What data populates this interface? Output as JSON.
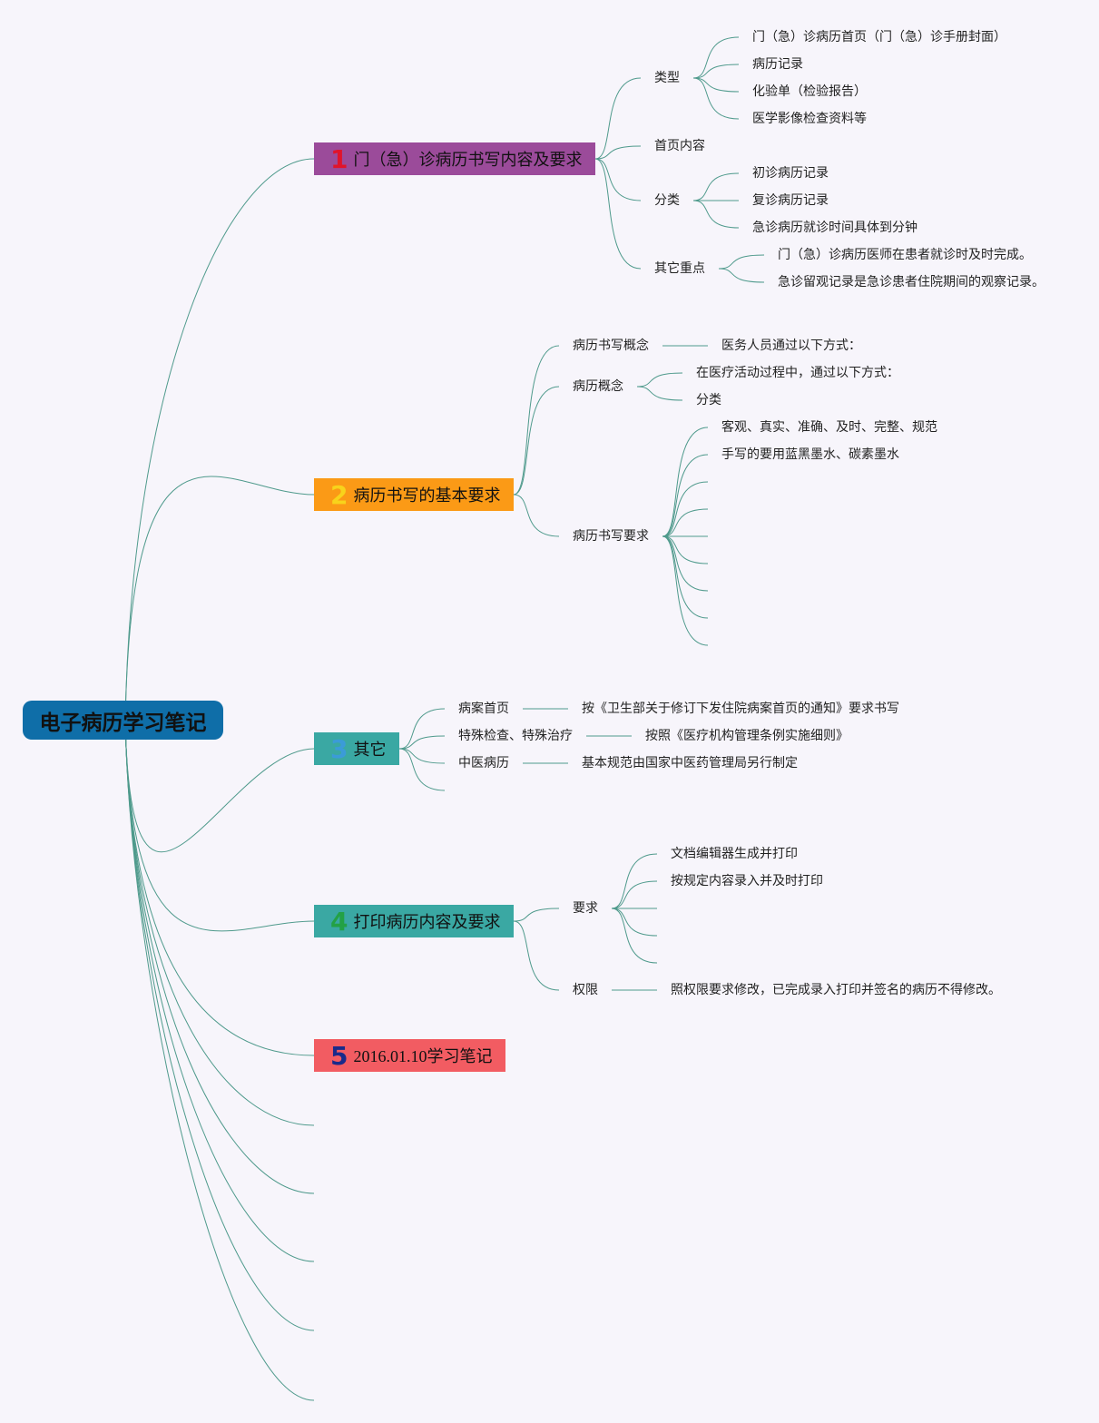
{
  "root": {
    "label": "电子病历学习笔记",
    "color": "#0f6ea8"
  },
  "branches": [
    {
      "num": "1",
      "label": "门（急）诊病历书写内容及要求",
      "color": "#9b4b9a",
      "num_color": "#e0142c"
    },
    {
      "num": "2",
      "label": "病历书写的基本要求",
      "color": "#fb9a16",
      "num_color": "#f8d31b"
    },
    {
      "num": "3",
      "label": "其它",
      "color": "#3aa8a3",
      "num_color": "#3b9bd8"
    },
    {
      "num": "4",
      "label": "打印病历内容及要求",
      "color": "#3aa8a3",
      "num_color": "#23a145"
    },
    {
      "num": "5",
      "label": "2016.01.10学习笔记",
      "color": "#f25c62",
      "num_color": "#1a2a8a"
    }
  ],
  "b1": {
    "type": "类型",
    "type_items": [
      "门（急）诊病历首页（门（急）诊手册封面）",
      "病历记录",
      "化验单（检验报告）",
      "医学影像检查资料等"
    ],
    "homepage": "首页内容",
    "category": "分类",
    "category_items": [
      "初诊病历记录",
      "复诊病历记录",
      "急诊病历就诊时间具体到分钟"
    ],
    "other": "其它重点",
    "other_items": [
      "门（急）诊病历医师在患者就诊时及时完成。",
      "急诊留观记录是急诊患者住院期间的观察记录。"
    ]
  },
  "b2": {
    "concept_writing": "病历书写概念",
    "concept_writing_item": "医务人员通过以下方式：",
    "concept": "病历概念",
    "concept_items": [
      "在医疗活动过程中，通过以下方式：",
      "分类"
    ],
    "requirements": "病历书写要求",
    "requirement_items": [
      "客观、真实、准确、及时、完整、规范",
      "手写的要用蓝黑墨水、碳素墨水"
    ]
  },
  "b3": {
    "items": [
      "病案首页",
      "特殊检查、特殊治疗",
      "中医病历"
    ],
    "details": [
      "按《卫生部关于修订下发住院病案首页的通知》要求书写",
      "按照《医疗机构管理条例实施细则》",
      "基本规范由国家中医药管理局另行制定"
    ]
  },
  "b4": {
    "requirements": "要求",
    "requirement_items": [
      "文档编辑器生成并打印",
      "按规定内容录入并及时打印"
    ],
    "permission": "权限",
    "permission_item": "照权限要求修改，已完成录入打印并签名的病历不得修改。"
  },
  "link_color": "#4f9a8c"
}
